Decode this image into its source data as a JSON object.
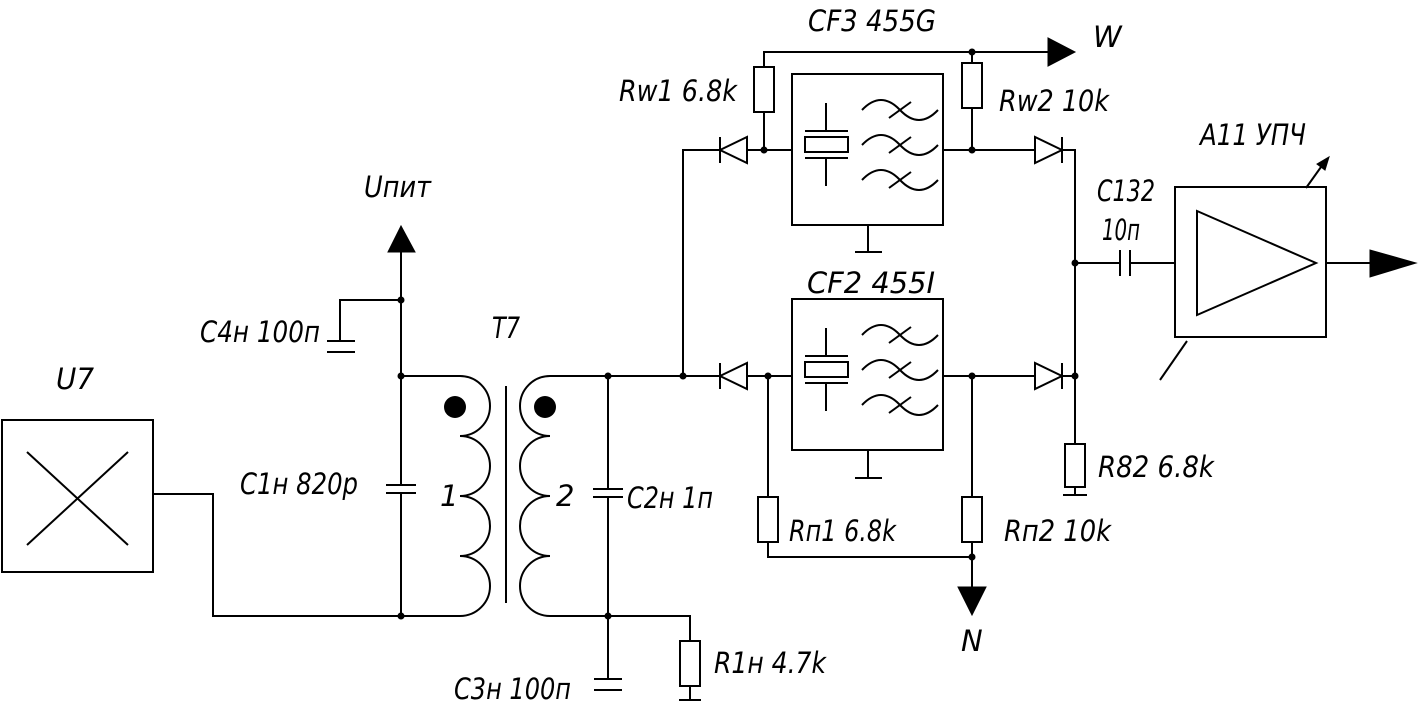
{
  "colors": {
    "ink": "#000000",
    "background": "#ffffff"
  },
  "supply": {
    "label": "Uпит"
  },
  "mixer": {
    "label": "U7"
  },
  "transformer": {
    "label": "T7",
    "winding_1": "1",
    "winding_2": "2"
  },
  "capacitors": {
    "c4n": "C4н 100п",
    "c1n": "C1н 820р",
    "c2n": "C2н 1п",
    "c3n": "C3н 100п",
    "c132_name": "C132",
    "c132_value": "10п"
  },
  "resistors": {
    "r1n": "R1н 4.7k",
    "rw1": "Rw1 6.8k",
    "rw2": "Rw2 10k",
    "rn1": "Rп1 6.8k",
    "rn2": "Rп2 10k",
    "r82": "R82 6.8k"
  },
  "filters": {
    "cf3": "CF3 455G",
    "cf2": "CF2 455I"
  },
  "amplifier": {
    "label": "A11 УПЧ"
  },
  "outputs": {
    "w": "W",
    "n": "N"
  }
}
